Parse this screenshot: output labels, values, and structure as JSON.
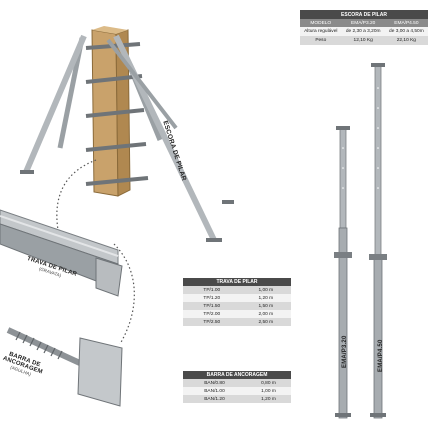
{
  "escora_table": {
    "title": "ESCORA DE PILAR",
    "head": [
      "MODELO",
      "EMA/P3.20",
      "EMA/P4.50"
    ],
    "rows": [
      [
        "Altura regulável",
        "de 2,30 a 3,20m",
        "de 3,00 a 4,50m"
      ],
      [
        "Peso",
        "12,10 Kg",
        "22,10 Kg"
      ]
    ]
  },
  "trava_table": {
    "title": "TRAVA DE PILAR",
    "rows": [
      [
        "TP/1.00",
        "1,00 m"
      ],
      [
        "TP/1.20",
        "1,20 m"
      ],
      [
        "TP/1.50",
        "1,50 m"
      ],
      [
        "TP/2.00",
        "2,00 m"
      ],
      [
        "TP/2.50",
        "2,50 m"
      ]
    ]
  },
  "barra_table": {
    "title": "BARRA DE ANCORAGEM",
    "rows": [
      [
        "BAN/0.80",
        "0,80 m"
      ],
      [
        "BAN/1.00",
        "1,00 m"
      ],
      [
        "BAN/1.20",
        "1,20 m"
      ]
    ]
  },
  "labels": {
    "escora_de_pilar": "ESCORA DE PILAR",
    "trava_line1": "TRAVA DE PILAR",
    "trava_sub": "(GRAVATA)",
    "barra_line1": "BARRA DE",
    "barra_line2": "ANCORAGEM",
    "barra_sub": "(AGULHA)",
    "prop1": "EMA/P3.20",
    "prop2": "EMA/P4.50"
  },
  "colors": {
    "dark": "#4a4a4a",
    "mid": "#8a8a8a",
    "light": "#d9d9d9",
    "wood": "#c9a26b",
    "steel": "#a7acb0"
  }
}
